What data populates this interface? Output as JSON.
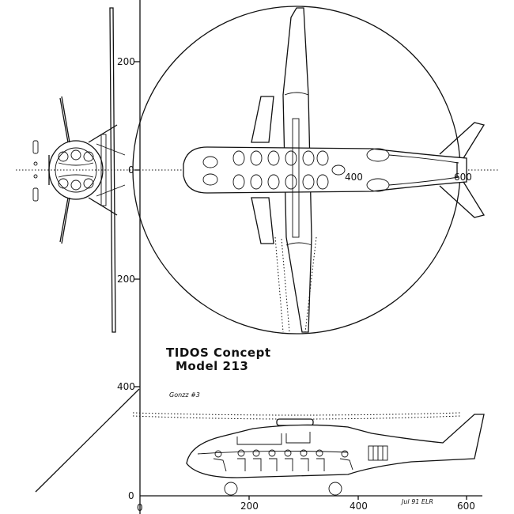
{
  "title": {
    "line1": "TIDOS Concept",
    "line2": "Model 213"
  },
  "scale_labels": {
    "top_view_200_upper": "200",
    "top_view_200_lower": "200",
    "top_view_0": "0",
    "top_view_400": "400",
    "top_view_600": "600",
    "side_view_400": "400",
    "side_view_0": "0",
    "bottom_axis_0": "0",
    "bottom_axis_200": "200",
    "bottom_axis_400": "400",
    "bottom_axis_600": "600"
  },
  "annotations": {
    "date_credit": "Jul 91 ELR",
    "scribble": "Gonzz  #3"
  }
}
